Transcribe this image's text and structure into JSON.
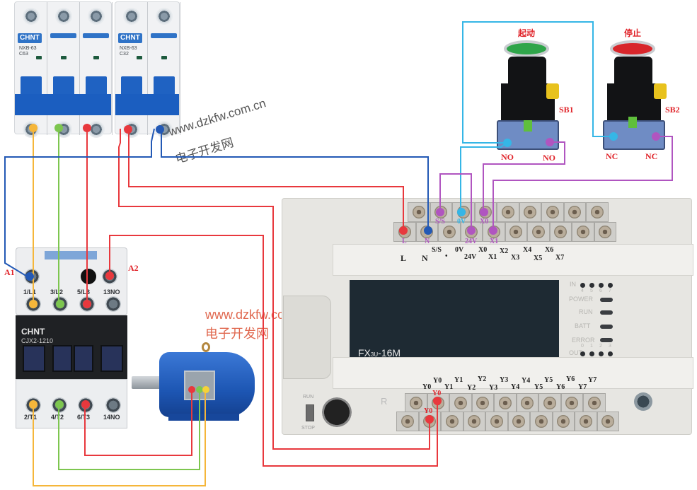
{
  "breakers": [
    {
      "id": "QF1",
      "brand": "CHNT",
      "model": "NXB-63",
      "rating": "C63",
      "poles": 3
    },
    {
      "id": "QF2",
      "brand": "CHNT",
      "model": "NXB-63",
      "rating": "C32",
      "poles": 2
    }
  ],
  "contactor": {
    "brand": "CHNT",
    "model": "CJX2-1210",
    "coil_labels": {
      "a1": "A1",
      "a2": "A2"
    },
    "top_terminals": [
      "1/L1",
      "3/L2",
      "5/L3",
      "13NO"
    ],
    "bottom_terminals": [
      "2/T1",
      "4/T2",
      "6/T3",
      "14NO"
    ]
  },
  "buttons": [
    {
      "id": "SB1",
      "title": "起动",
      "cap_color": "#2fa54a",
      "contacts": [
        "NO",
        "NO"
      ]
    },
    {
      "id": "SB2",
      "title": "停止",
      "cap_color": "#d8262b",
      "contacts": [
        "NC",
        "NC"
      ]
    }
  ],
  "plc": {
    "model": "FX3U-16M",
    "model_display": "FX",
    "model_sub": "3U",
    "model_tail": "-16M",
    "input_row_upper_labels": [
      "S/S",
      "0V",
      "X0",
      "X2",
      "X4",
      "X6"
    ],
    "input_row_lower_labels": [
      "L",
      "N",
      "•",
      "24V",
      "X1",
      "X3",
      "X5",
      "X7"
    ],
    "input_terminal_tags": {
      "l": "L",
      "n": "N",
      "ss": "S/S",
      "v0": "0V",
      "v24": "24V",
      "x0": "X0",
      "x1": "X1"
    },
    "output_row_upper_labels": [
      "Y0",
      "Y1",
      "Y2",
      "Y3",
      "Y4",
      "Y5",
      "Y6",
      "Y7"
    ],
    "output_row_lower_labels": [
      "Y0",
      "Y1",
      "Y2",
      "Y3",
      "Y4",
      "Y5",
      "Y6",
      "Y7"
    ],
    "output_terminal_tags": {
      "y0_upper": "Y0",
      "y0_lower": "Y0"
    },
    "status": {
      "in_label": "IN",
      "in_numbers": [
        "4",
        "5",
        "6",
        "7"
      ],
      "power": "POWER",
      "run": "RUN",
      "batt": "BATT",
      "error": "ERROR",
      "out_label": "OUT",
      "out_numbers": [
        "0",
        "1",
        "2",
        "3"
      ]
    },
    "switch_run": "RUN",
    "switch_stop": "STOP",
    "side_mark": "R"
  },
  "watermark": {
    "url": "www.dzkfw.com.cn",
    "name": "电子开发网"
  },
  "wire_colors": {
    "phase_a": "#f5b63a",
    "phase_b": "#7dc64f",
    "phase_c": "#e8383d",
    "neutral": "#2359b5",
    "com": "#35b6e6",
    "signal": "#b055c0"
  }
}
